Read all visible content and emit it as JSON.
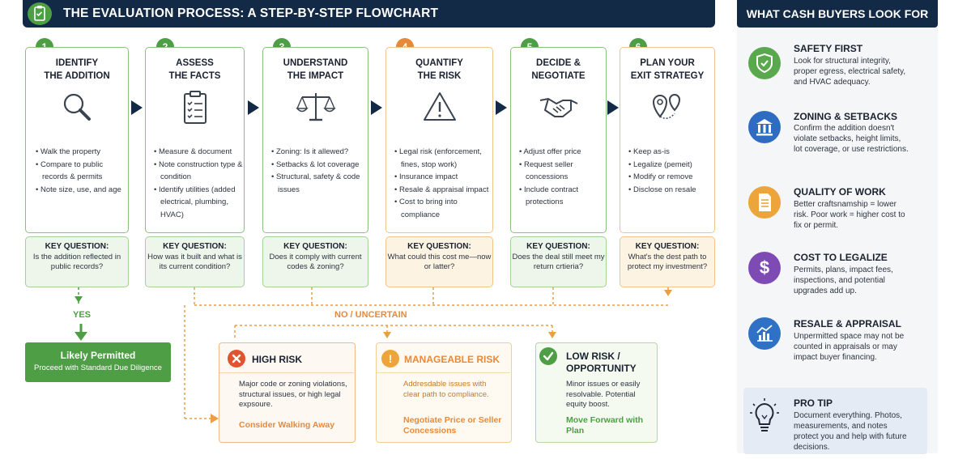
{
  "header": {
    "title": "THE EVALUATION PROCESS: A STEP-BY-STEP FLOWCHART"
  },
  "steps": [
    {
      "number": "1",
      "title": [
        "IDENTIFY",
        "THE ADDITION"
      ],
      "bullets": [
        "Walk the property",
        "Compare to public records & permits",
        "Note size, use, and age"
      ],
      "kq_label": "KEY QUESTION:",
      "kq_text": "Is the addition reflected in public records?"
    },
    {
      "number": "2",
      "title": [
        "ASSESS",
        "THE FACTS"
      ],
      "bullets": [
        "Measure & document",
        "Note construction type & condition",
        "Identify utilities (added electrical, plumbing, HVAC)"
      ],
      "kq_label": "KEY QUESTION:",
      "kq_text": "How was it built and what is its current condition?"
    },
    {
      "number": "3",
      "title": [
        "UNDERSTAND",
        "THE IMPACT"
      ],
      "bullets": [
        "Zoning: Is it allewed?",
        "Setbacks & lot coverage",
        "Structural, safety & code issues"
      ],
      "kq_label": "KEY QUESTION:",
      "kq_text": "Does it comply with current codes & zoning?"
    },
    {
      "number": "4",
      "title": [
        "QUANTIFY",
        "THE RISK"
      ],
      "bullets": [
        "Legal risk (enforcement, fines, stop work)",
        "Insurance impact",
        "Resale & appraisal impact",
        "Cost to bring into compliance"
      ],
      "kq_label": "KEY QUESTION:",
      "kq_text": "What could this cost me—now or latter?"
    },
    {
      "number": "5",
      "title": [
        "DECIDE &",
        "NEGOTIATE"
      ],
      "bullets": [
        "Adjust offer price",
        "Request seller concessions",
        "Include contract protections"
      ],
      "kq_label": "KEY QUESTION:",
      "kq_text": "Does the deal still meet my return crtieria?"
    },
    {
      "number": "6",
      "title": [
        "PLAN YOUR",
        "EXIT STRATEGY"
      ],
      "bullets": [
        "Keep as-is",
        "Legalize (pemeit)",
        "Modify or remove",
        "Disclose on resale"
      ],
      "kq_label": "KEY QUESTION:",
      "kq_text": "What's the dest path to protect my investment?"
    }
  ],
  "flow": {
    "yes_label": "YES",
    "no_label": "NO / UNCERTAIN"
  },
  "likely": {
    "title": "Likely Permitted",
    "subtitle": "Proceed with Standard Due Diligence"
  },
  "outcomes": [
    {
      "title": "HIGH RISK",
      "text": "Major code or zoning violations, structural issues, or high legal expsoure.",
      "cta": "Consider Walking Away",
      "color": "#e0542f"
    },
    {
      "title": "MANAGEABLE RISK",
      "text": "Addresdable issues with clear path to compliance.",
      "cta": "Negotiate Price or Seller Concessions",
      "color": "#e8893a"
    },
    {
      "title": "LOW RISK / OPPORTUNITY",
      "text": "Minor issues or easily resolvable. Potential equity boost.",
      "cta": "Move Forward with Plan",
      "color": "#4e9e45"
    }
  ],
  "sidebar": {
    "title": "WHAT CASH BUYERS LOOK FOR",
    "items": [
      {
        "title": "SAFETY FIRST",
        "text": "Look for structural integrity, proper egress, electrical safety, and HVAC adequacy.",
        "icon": "shield-icon",
        "color": "#5aa84e"
      },
      {
        "title": "ZONING & SETBACKS",
        "text": "Confirm the addition doesn't violate setbacks, height limits, lot coverage, or use restrictions.",
        "icon": "building-icon",
        "color": "#2e6cc2"
      },
      {
        "title": "QUALITY OF WORK",
        "text": "Better craftsnamship = lower risk. Poor work = higher cost to fix or permit.",
        "icon": "document-icon",
        "color": "#eda43a"
      },
      {
        "title": "COST TO LEGALIZE",
        "text": "Permits, plans, impact fees, inspections, and potential upgrades add up.",
        "icon": "dollar-icon",
        "color": "#7e4bb5"
      },
      {
        "title": "RESALE & APPRAISAL",
        "text": "Unpermitted space may not be counted in appraisals or may impact buyer financing.",
        "icon": "chart-icon",
        "color": "#2f71c4"
      }
    ],
    "tip": {
      "title": "PRO TIP",
      "text": "Document everything. Photos, measurements, and notes protect you and help with future decisions."
    }
  }
}
